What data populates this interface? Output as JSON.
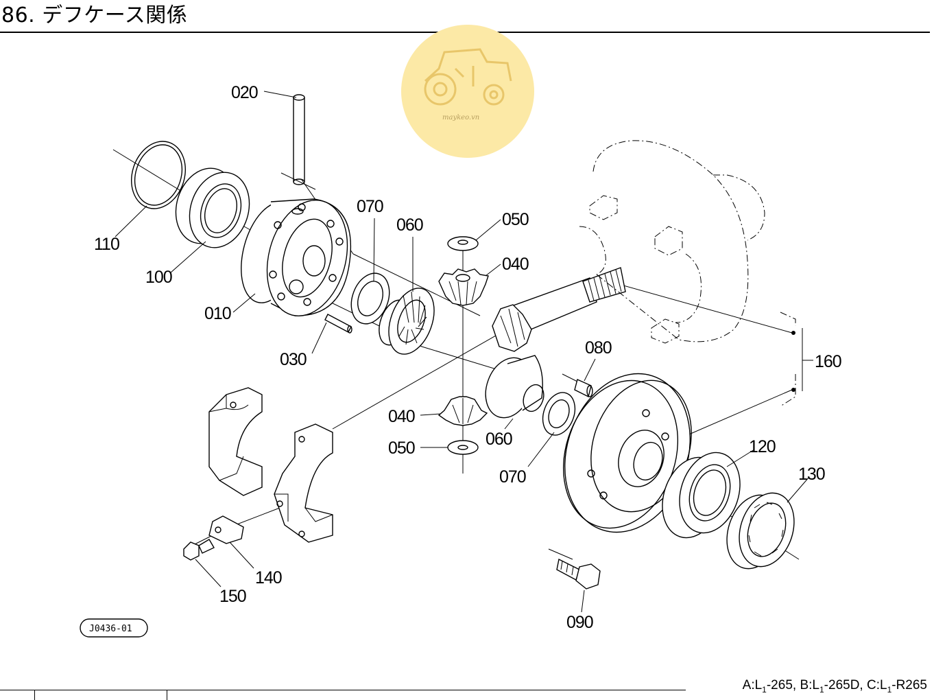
{
  "page": {
    "title": "86. デフケース関係",
    "footer": {
      "a_label": "A:L",
      "a_sub": "1",
      "a_model": "-265,",
      "b_label": "B:L",
      "b_sub": "1",
      "b_model": "-265D,",
      "c_label": "C:L",
      "c_sub": "1",
      "c_model": "-R265"
    },
    "drawing_code": "J0436-01"
  },
  "watermark": {
    "site": "maykeo.vn",
    "color": "#fce9a6",
    "icon": "tractor-icon"
  },
  "callouts": {
    "p020": "020",
    "p110": "110",
    "p100": "100",
    "p010": "010",
    "p030": "030",
    "p070_top": "070",
    "p060_top": "060",
    "p050_top": "050",
    "p040_top": "040",
    "p160": "160",
    "p080": "080",
    "p040_bottom": "040",
    "p060_bottom": "060",
    "p050_bottom": "050",
    "p070_bottom": "070",
    "p120": "120",
    "p130": "130",
    "p140": "140",
    "p150": "150",
    "p090": "090"
  }
}
